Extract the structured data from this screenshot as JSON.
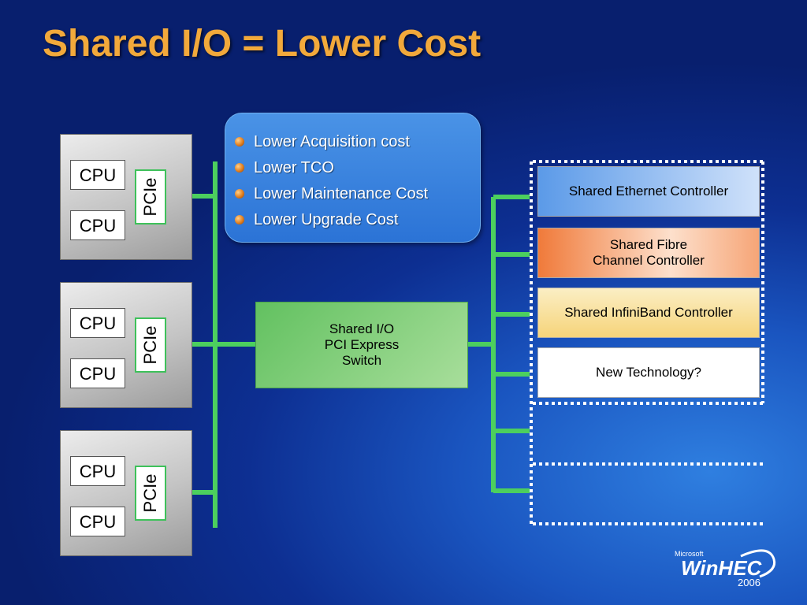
{
  "title": "Shared I/O = Lower Cost",
  "bullets": [
    "Lower Acquisition cost",
    "Lower TCO",
    "Lower Maintenance Cost",
    "Lower Upgrade Cost"
  ],
  "cpu_groups": [
    {
      "cpu_top": "CPU",
      "cpu_bottom": "CPU",
      "pcie": "PCIe"
    },
    {
      "cpu_top": "CPU",
      "cpu_bottom": "CPU",
      "pcie": "PCIe"
    },
    {
      "cpu_top": "CPU",
      "cpu_bottom": "CPU",
      "pcie": "PCIe"
    }
  ],
  "switch": {
    "line1": "Shared I/O",
    "line2": "PCI Express",
    "line3": "Switch"
  },
  "controllers": [
    {
      "line1": "Shared Ethernet Controller",
      "line2": ""
    },
    {
      "line1": "Shared Fibre",
      "line2": "Channel Controller"
    },
    {
      "line1": "Shared InfiniBand Controller",
      "line2": ""
    },
    {
      "line1": "New Technology?",
      "line2": ""
    }
  ],
  "logo": {
    "small": "Microsoft",
    "main": "WinHEC",
    "year": "2006"
  },
  "colors": {
    "title": "#f2a93b",
    "link": "#4ccf5e",
    "ethernet": "#5b9ae8",
    "fibre": "#f07a3a",
    "infiniband": "#f6d47a",
    "new_tech": "#ffffff"
  }
}
